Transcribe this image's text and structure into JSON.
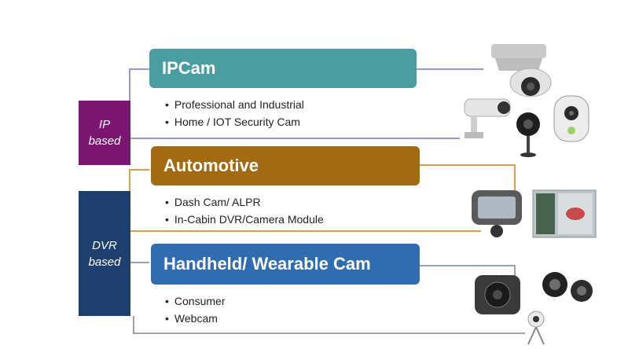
{
  "colors": {
    "ip_side": "#7b1771",
    "dvr_side": "#1f3f6e",
    "ipcam": "#4a9ea2",
    "automotive": "#a26b12",
    "handheld": "#2f6db0",
    "ip_line": "#9c93c9",
    "auto_line": "#d8a04d",
    "hand_line": "#9aa4ad"
  },
  "side_labels": {
    "ip": [
      "IP",
      "based"
    ],
    "dvr": [
      "DVR",
      "based"
    ]
  },
  "categories": [
    {
      "title": "IPCam",
      "bullets": [
        "Professional and Industrial",
        "Home / IOT Security Cam"
      ]
    },
    {
      "title": "Automotive",
      "bullets": [
        "Dash Cam/ ALPR",
        "In-Cabin DVR/Camera Module"
      ]
    },
    {
      "title": "Handheld/ Wearable Cam",
      "bullets": [
        "Consumer",
        "Webcam"
      ]
    }
  ]
}
